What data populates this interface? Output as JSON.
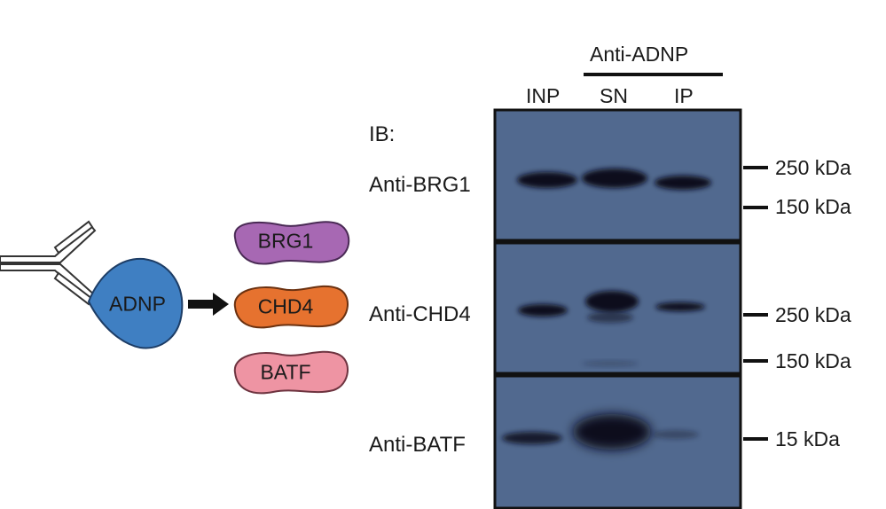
{
  "schematic": {
    "bait_label": "ADNP",
    "partners": [
      {
        "label": "BRG1",
        "fill": "#a768b3",
        "stroke": "#4a2a55"
      },
      {
        "label": "CHD4",
        "fill": "#e6722f",
        "stroke": "#6b3110"
      },
      {
        "label": "BATF",
        "fill": "#ee94a3",
        "stroke": "#6e3440"
      }
    ],
    "bait_color": "#3f7fc2",
    "arrow_color": "#111111"
  },
  "blot": {
    "group_label": "Anti-ADNP",
    "lane_labels": [
      "INP",
      "SN",
      "IP"
    ],
    "ib_label": "IB:",
    "membrane_color": "#51698f",
    "panels": [
      {
        "antibody": "Anti-BRG1",
        "markers": [
          "250 kDa",
          "150 kDa"
        ]
      },
      {
        "antibody": "Anti-CHD4",
        "markers": [
          "250 kDa",
          "150 kDa"
        ]
      },
      {
        "antibody": "Anti-BATF",
        "markers": [
          "15 kDa"
        ]
      }
    ]
  }
}
